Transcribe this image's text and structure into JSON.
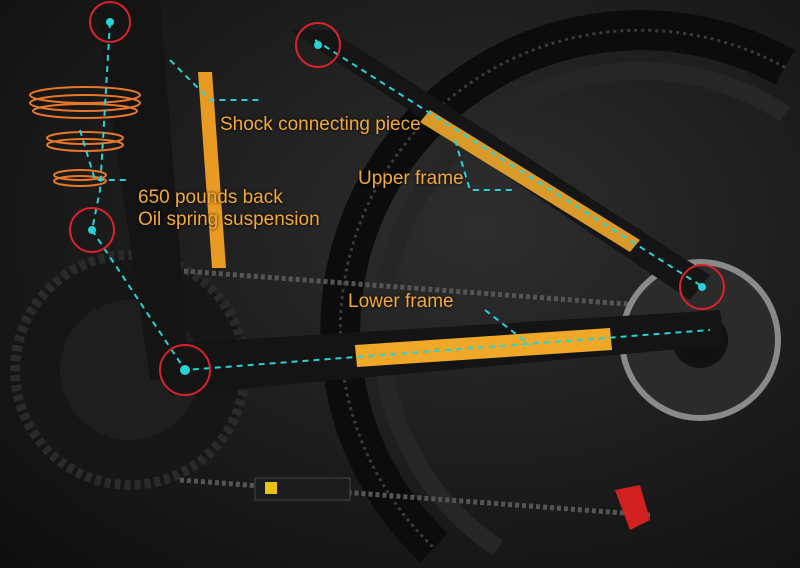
{
  "labels": {
    "shock": "Shock connecting piece",
    "upper": "Upper frame",
    "suspension_line1": "650 pounds back",
    "suspension_line2": "Oil spring suspension",
    "lower": "Lower frame"
  },
  "colors": {
    "label": "#f2a93b",
    "frame_accent": "#f0a829",
    "guide_line": "#27d3d6",
    "pivot_ring": "#d8232a"
  }
}
